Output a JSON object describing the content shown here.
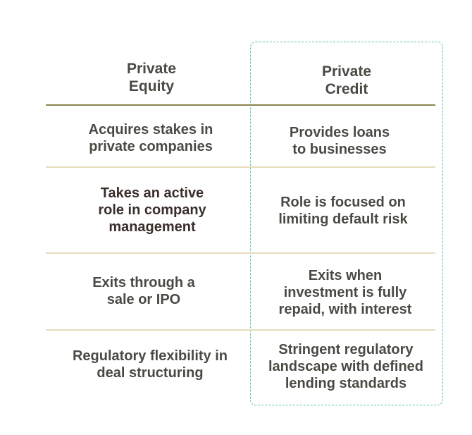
{
  "table": {
    "headers": [
      {
        "label": "Private\nEquity"
      },
      {
        "label": "Private\nCredit"
      }
    ],
    "rows": [
      {
        "equity": "Acquires stakes in\nprivate companies",
        "credit": "Provides loans\nto businesses"
      },
      {
        "equity": "Takes an active\nrole in company\nmanagement",
        "credit": "Role is focused on\nlimiting default risk"
      },
      {
        "equity": "Exits through a\nsale or IPO",
        "credit": "Exits when\ninvestment is fully\nrepaid, with interest"
      },
      {
        "equity": "Regulatory flexibility in\ndeal structuring",
        "credit": "Stringent regulatory\nlandscape with defined\nlending standards"
      }
    ]
  },
  "colors": {
    "highlight_border": "#5cc4a4",
    "header_rule": "#8a8550",
    "row_rule": "#e6dcbc",
    "text": "#4a4a44"
  }
}
